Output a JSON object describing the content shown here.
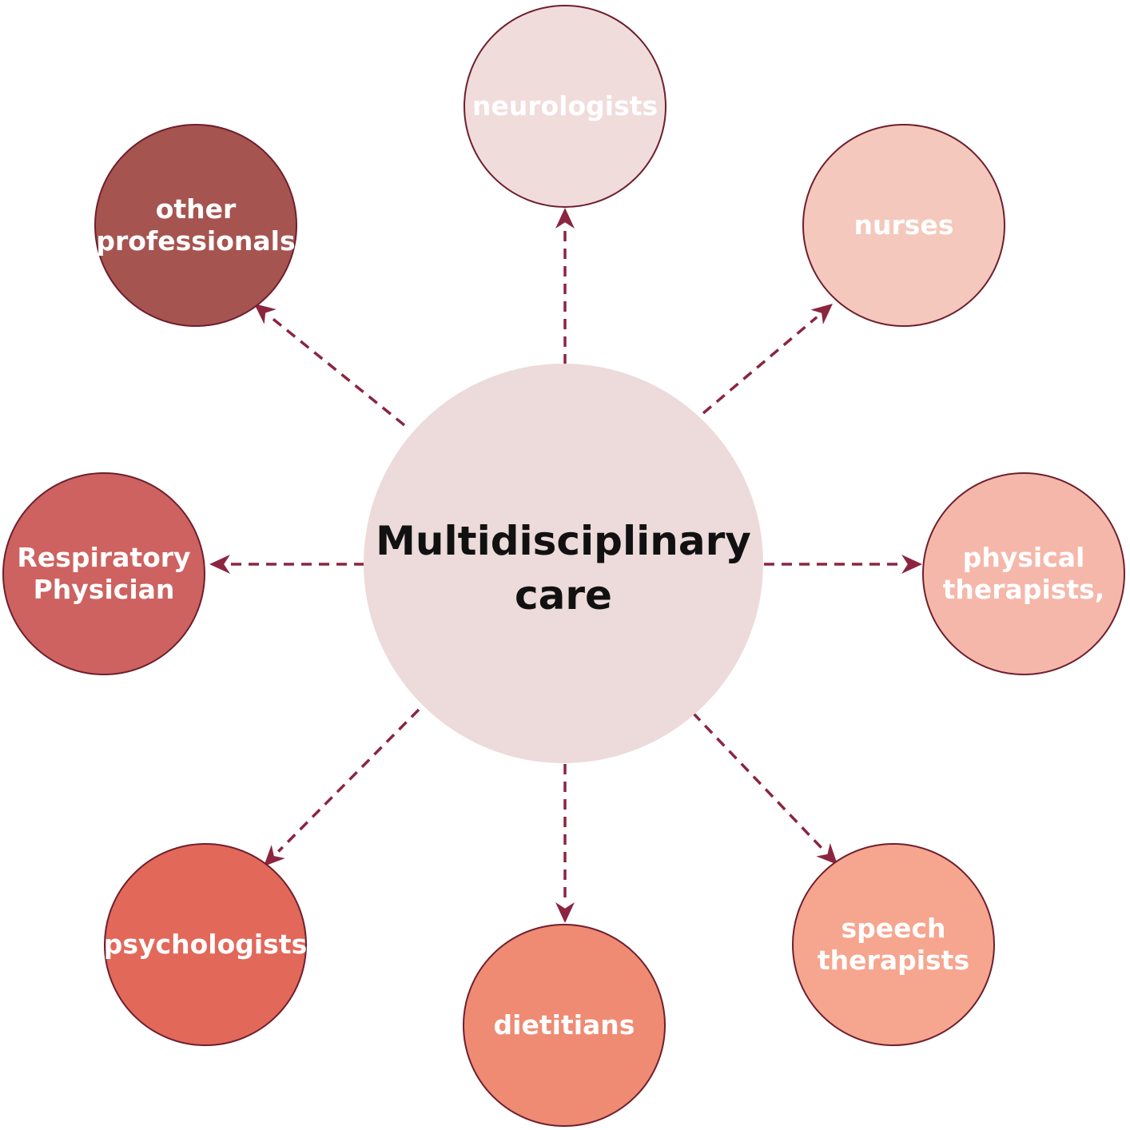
{
  "center": {
    "lines": [
      "Multidisciplinary",
      "care"
    ],
    "color": "#eddada"
  },
  "nodes": [
    {
      "id": "neurologists",
      "lines": [
        "neurologists"
      ],
      "color": "#f0dcdb"
    },
    {
      "id": "nurses",
      "lines": [
        "nurses"
      ],
      "color": "#f4c8bc"
    },
    {
      "id": "physical-therapists",
      "lines": [
        "physical",
        "therapists,"
      ],
      "color": "#f5b7aa"
    },
    {
      "id": "speech-therapists",
      "lines": [
        "speech",
        "therapists"
      ],
      "color": "#f6a58e"
    },
    {
      "id": "dietitians",
      "lines": [
        "dietitians"
      ],
      "color": "#ef8a73"
    },
    {
      "id": "psychologists",
      "lines": [
        "psychologists"
      ],
      "color": "#e2685a"
    },
    {
      "id": "respiratory-physician",
      "lines": [
        "Respiratory",
        "Physician"
      ],
      "color": "#cd6260"
    },
    {
      "id": "other-professionals",
      "lines": [
        "other",
        "professionals"
      ],
      "color": "#a65450"
    }
  ],
  "colors": {
    "connector": "#8b2540",
    "node_border": "#6e1f2e",
    "node_text": "#ffffff",
    "center_text": "#111111"
  }
}
